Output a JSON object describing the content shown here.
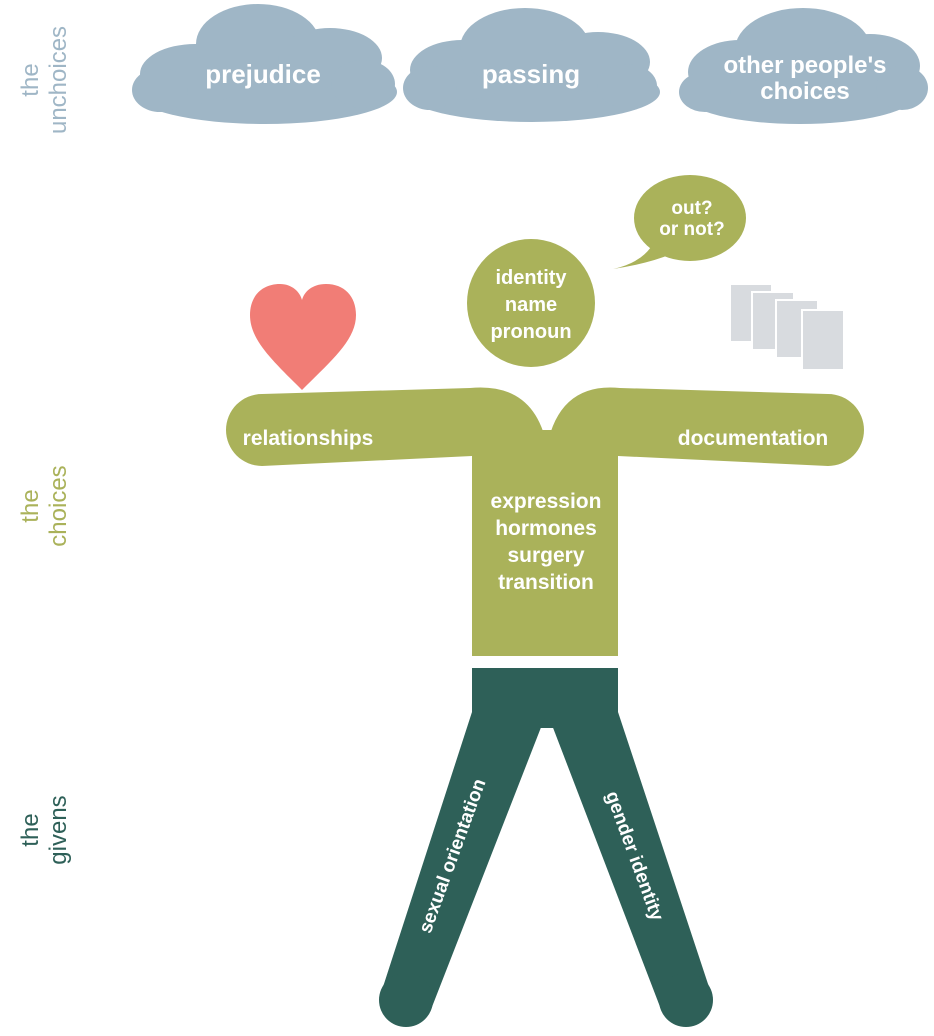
{
  "colors": {
    "cloud": "#9fb6c6",
    "choice": "#aab25a",
    "given": "#2e6058",
    "heart": "#f17d76",
    "paper": "#d8dbdf",
    "label_unchoices": "#9fb6c6",
    "label_choices": "#aab25a",
    "label_givens": "#2e6058",
    "text_on_shape": "#ffffff"
  },
  "side_labels": {
    "unchoices": [
      "the",
      "unchoices"
    ],
    "choices": [
      "the",
      "choices"
    ],
    "givens": [
      "the",
      "givens"
    ]
  },
  "clouds": [
    {
      "lines": [
        "prejudice"
      ]
    },
    {
      "lines": [
        "passing"
      ]
    },
    {
      "lines": [
        "other people's",
        "choices"
      ]
    }
  ],
  "speech_bubble": {
    "lines": [
      "out?",
      "or not?"
    ]
  },
  "head": {
    "lines": [
      "identity",
      "name",
      "pronoun"
    ]
  },
  "arms": {
    "left": "relationships",
    "right": "documentation"
  },
  "torso": {
    "lines": [
      "expression",
      "hormones",
      "surgery",
      "transition"
    ]
  },
  "legs": {
    "left": "sexual orientation",
    "right": "gender identity"
  },
  "icons": {
    "heart": "heart-icon",
    "documents": "documents-icon"
  }
}
